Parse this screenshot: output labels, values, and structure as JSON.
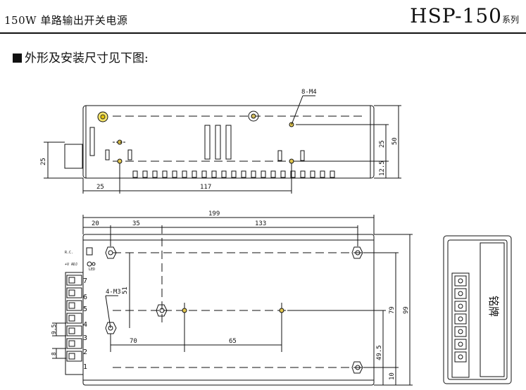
{
  "header": {
    "left_title": "150W 单路输出开关电源",
    "model": "HSP-150",
    "model_suffix": "系列"
  },
  "section_title": "外形及安装尺寸见下图:",
  "top_view": {
    "callout_screw": "8-M4",
    "dims": {
      "h_left": "25",
      "w_left": "25",
      "w_main": "117",
      "h_right_a": "25",
      "h_total": "50",
      "h_right_b": "12.5"
    }
  },
  "front_view": {
    "dims": {
      "total_w": "199",
      "seg1": "20",
      "seg2": "35",
      "seg3": "133",
      "vert_mid": "51",
      "callout_m3": "4-M3",
      "bottom_70": "70",
      "bottom_65": "65",
      "right_79": "79",
      "right_99": "99",
      "right_49_5": "49.5",
      "right_10": "10",
      "pitch_9_5": "9.5",
      "pitch_8": "8"
    },
    "side_labels": {
      "adj": "V. ADJ",
      "vadj": "+V ADJ",
      "led": "LED",
      "rj": "R.C."
    },
    "terminals": [
      "7",
      "6",
      "5",
      "4",
      "3",
      "2",
      "1"
    ]
  },
  "side_view": {
    "label": "铭牌"
  }
}
